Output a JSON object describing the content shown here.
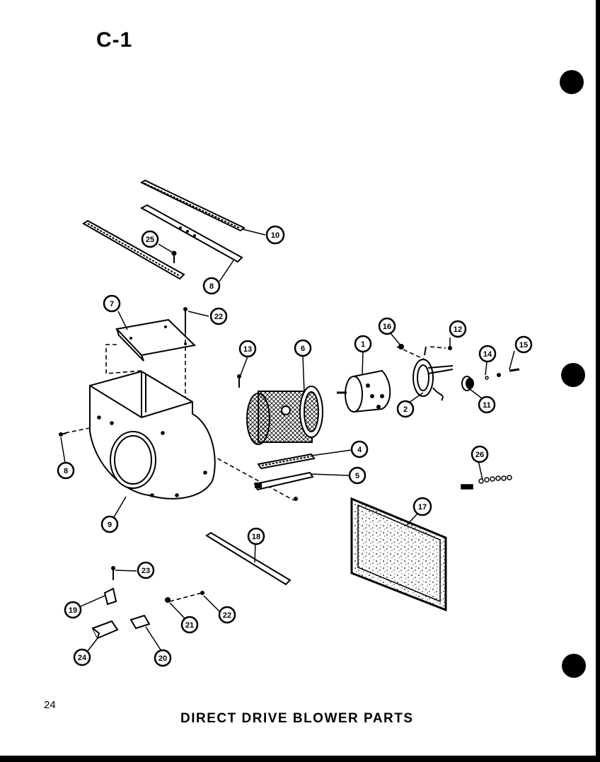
{
  "header": {
    "page_code": "C-1"
  },
  "footer": {
    "page_number": "24",
    "caption": "DIRECT DRIVE BLOWER PARTS"
  },
  "callouts": [
    {
      "id": "c1",
      "label": "1"
    },
    {
      "id": "c2",
      "label": "2"
    },
    {
      "id": "c4",
      "label": "4"
    },
    {
      "id": "c5",
      "label": "5"
    },
    {
      "id": "c6",
      "label": "6"
    },
    {
      "id": "c7",
      "label": "7"
    },
    {
      "id": "c8a",
      "label": "8"
    },
    {
      "id": "c8b",
      "label": "8"
    },
    {
      "id": "c9",
      "label": "9"
    },
    {
      "id": "c10",
      "label": "10"
    },
    {
      "id": "c11",
      "label": "11"
    },
    {
      "id": "c12",
      "label": "12"
    },
    {
      "id": "c13",
      "label": "13"
    },
    {
      "id": "c14",
      "label": "14"
    },
    {
      "id": "c15",
      "label": "15"
    },
    {
      "id": "c16",
      "label": "16"
    },
    {
      "id": "c17",
      "label": "17"
    },
    {
      "id": "c18",
      "label": "18"
    },
    {
      "id": "c19",
      "label": "19"
    },
    {
      "id": "c20",
      "label": "20"
    },
    {
      "id": "c21",
      "label": "21"
    },
    {
      "id": "c22a",
      "label": "22"
    },
    {
      "id": "c22b",
      "label": "22"
    },
    {
      "id": "c23",
      "label": "23"
    },
    {
      "id": "c24",
      "label": "24"
    },
    {
      "id": "c25",
      "label": "25"
    },
    {
      "id": "c26",
      "label": "26"
    }
  ]
}
